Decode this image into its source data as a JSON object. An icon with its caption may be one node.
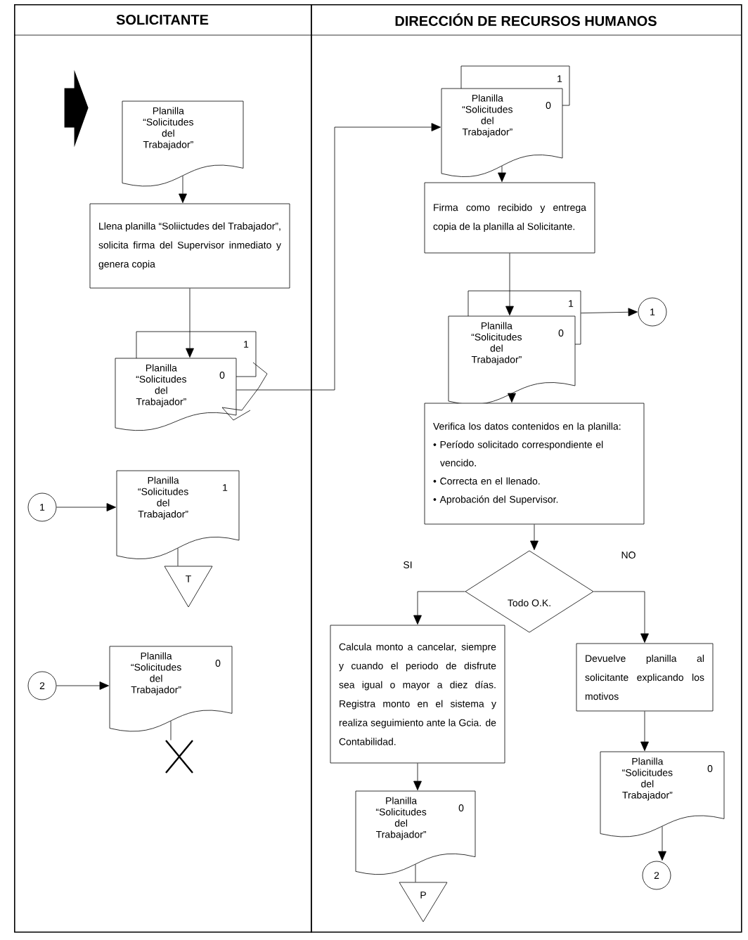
{
  "diagram": {
    "nodes": [
      {
        "text": [
          "SOLICITANTE"
        ]
      },
      {
        "text": [
          "DIRECCIÓN DE RECURSOS HUMANOS"
        ]
      },
      {
        "text": [
          "Planilla “Solicitudes del Trabajador”"
        ],
        "in": 0
      },
      {
        "text": [
          "Llena planilla “Soliictudes del Trabajador”, solicita firma del Supervisor inmediato y genera copia"
        ],
        "in": 0
      },
      {
        "text": [
          "Planilla “Solicitudes del Trabajador”",
          "0",
          "1"
        ],
        "in": 0
      },
      {
        "text": [
          "Planilla “Solicitudes del Trabajador”",
          "0",
          "1"
        ],
        "in": 1
      },
      {
        "text": [
          "Firma como recibido y entrega copia de la planilla al Solicitante."
        ],
        "in": 1
      },
      {
        "text": [
          "Planilla “Solicitudes del Trabajador”",
          "0",
          "1"
        ],
        "in": 1
      },
      {
        "text": [
          "1"
        ],
        "in": 1
      },
      {
        "text": [
          "Verifica los datos contenidos en la planilla:",
          "• Período solicitado correspondiente el vencido.",
          "• Correcta en el llenado.",
          "• Aprobación del Supervisor."
        ],
        "in": 1
      },
      {
        "text": [
          "Todo O.K."
        ],
        "in": 1
      },
      {
        "text": [
          "Calcula monto a cancelar, siempre y cuando el periodo de disfrute sea igual o mayor a diez días. Registra monto en el sistema y realiza seguimiento ante la Gcia. de Contabilidad."
        ],
        "in": 1
      },
      {
        "text": [
          "Devuelve planilla al solicitante explicando los motivos"
        ],
        "in": 1
      },
      {
        "text": [
          "Planilla “Solicitudes del Trabajador”",
          "0"
        ],
        "in": 1
      },
      {
        "text": [
          "P"
        ],
        "in": 1
      },
      {
        "text": [
          "Planilla “Solicitudes del Trabajador”",
          "0"
        ],
        "in": 1
      },
      {
        "text": [
          "2"
        ],
        "in": 1
      },
      {
        "text": [
          "1"
        ],
        "in": 0
      },
      {
        "text": [
          "Planilla “Solicitudes del Trabajador”",
          "1"
        ],
        "in": 0
      },
      {
        "text": [
          "T"
        ],
        "in": 0
      },
      {
        "text": [
          "2"
        ],
        "in": 0
      },
      {
        "text": [
          "Planilla “Solicitudes del Trabajador”",
          "0"
        ],
        "in": 0
      },
      {
        "text": [],
        "shape": "cross",
        "in": 0
      }
    ],
    "edges": [
      {
        "from": null,
        "to": 2,
        "arrow": "to",
        "style": "thick"
      },
      {
        "from": 2,
        "to": 3,
        "arrow": "to"
      },
      {
        "from": 3,
        "to": 4,
        "arrow": "to"
      },
      {
        "from": 4,
        "to": 5,
        "arrow": "to"
      },
      {
        "from": 5,
        "to": 6,
        "arrow": "to"
      },
      {
        "from": 6,
        "to": 7,
        "arrow": "to"
      },
      {
        "from": 7,
        "to": 8,
        "arrow": "to"
      },
      {
        "from": 7,
        "to": 9,
        "arrow": "to"
      },
      {
        "from": 9,
        "to": 10,
        "arrow": "to"
      },
      {
        "from": 10,
        "to": 11,
        "arrow": "to",
        "label": "SI"
      },
      {
        "from": 10,
        "to": 12,
        "arrow": "to",
        "label": "NO"
      },
      {
        "from": 11,
        "to": 13,
        "arrow": "to"
      },
      {
        "from": 12,
        "to": 15,
        "arrow": "to"
      },
      {
        "from": 13,
        "to": 14,
        "arrow": "none"
      },
      {
        "from": 15,
        "to": 16,
        "arrow": "to"
      },
      {
        "from": 17,
        "to": 18,
        "arrow": "to"
      },
      {
        "from": 18,
        "to": 19,
        "arrow": "none"
      },
      {
        "from": 20,
        "to": 21,
        "arrow": "to"
      },
      {
        "from": 21,
        "to": 22,
        "arrow": "none"
      }
    ]
  }
}
